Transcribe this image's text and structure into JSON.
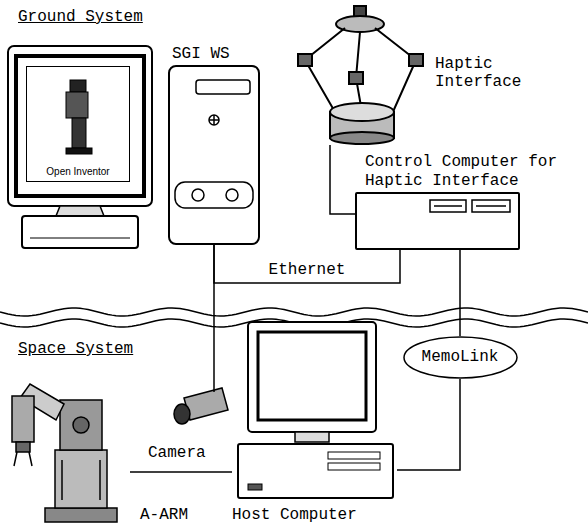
{
  "diagram": {
    "nodes": [
      {
        "text": [
          "SGI WS"
        ]
      },
      {
        "text": [
          "Haptic Interface"
        ]
      },
      {
        "text": [
          "Open Inventor"
        ]
      },
      {
        "text": [
          "Control Computer for Haptic Interface"
        ]
      },
      {
        "text": [
          "Camera"
        ]
      },
      {
        "text": [
          "MemoLink"
        ]
      },
      {
        "text": [
          "A-ARM"
        ]
      },
      {
        "text": [
          "Host Computer"
        ]
      }
    ],
    "edges": [
      {
        "from": 0,
        "to": 3,
        "label": "Ethernet",
        "arrow": "none"
      },
      {
        "from": 1,
        "to": 3,
        "arrow": "none"
      },
      {
        "from": 0,
        "to": 4,
        "arrow": "none"
      },
      {
        "from": 3,
        "to": 5,
        "arrow": "none"
      },
      {
        "from": 5,
        "to": 7,
        "arrow": "none"
      },
      {
        "from": 6,
        "to": 7,
        "arrow": "none"
      }
    ],
    "labels": [
      "Ground System",
      "Space System"
    ]
  }
}
